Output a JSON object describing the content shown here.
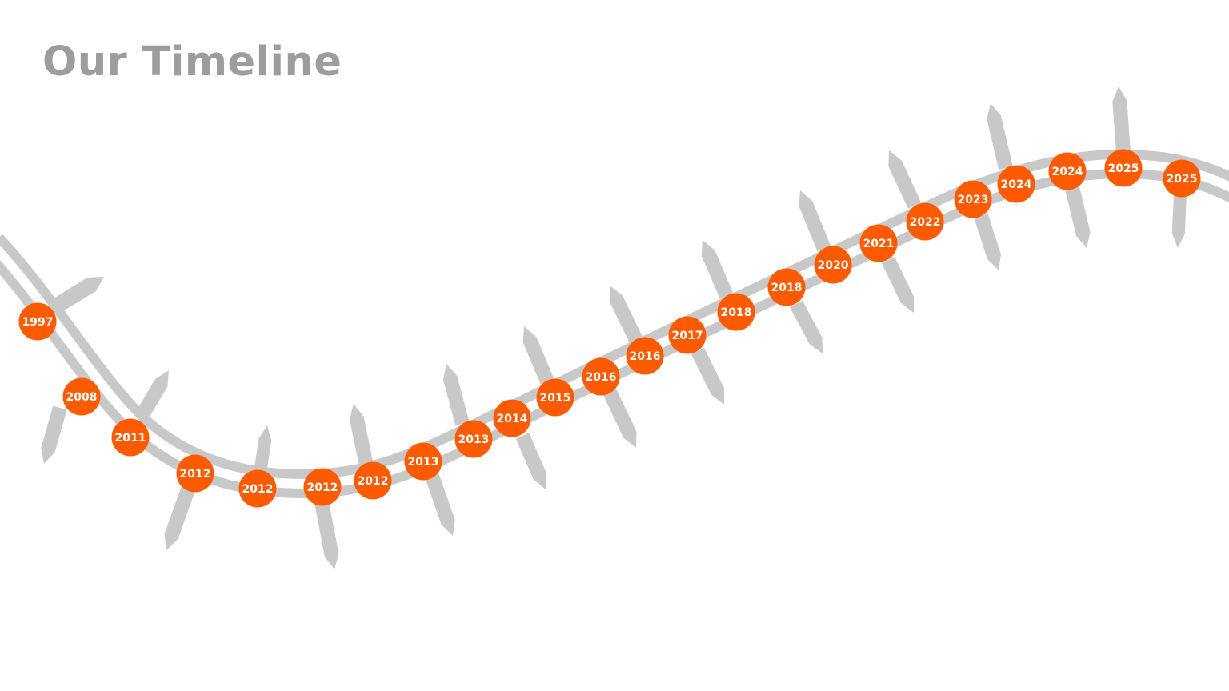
{
  "title": "Our Timeline",
  "colors": {
    "title": "#9d9d9d",
    "track": "#c8c8c8",
    "track_center": "#ffffff",
    "marker": "#fe5a00",
    "marker_text": "#ffffff"
  },
  "milestones": [
    {
      "year": "1997"
    },
    {
      "year": "2008"
    },
    {
      "year": "2011"
    },
    {
      "year": "2012"
    },
    {
      "year": "2012"
    },
    {
      "year": "2012"
    },
    {
      "year": "2012"
    },
    {
      "year": "2013"
    },
    {
      "year": "2013"
    },
    {
      "year": "2014"
    },
    {
      "year": "2015"
    },
    {
      "year": "2016"
    },
    {
      "year": "2016"
    },
    {
      "year": "2017"
    },
    {
      "year": "2018"
    },
    {
      "year": "2018"
    },
    {
      "year": "2020"
    },
    {
      "year": "2021"
    },
    {
      "year": "2022"
    },
    {
      "year": "2023"
    },
    {
      "year": "2024"
    },
    {
      "year": "2024"
    },
    {
      "year": "2025"
    },
    {
      "year": "2025"
    }
  ]
}
